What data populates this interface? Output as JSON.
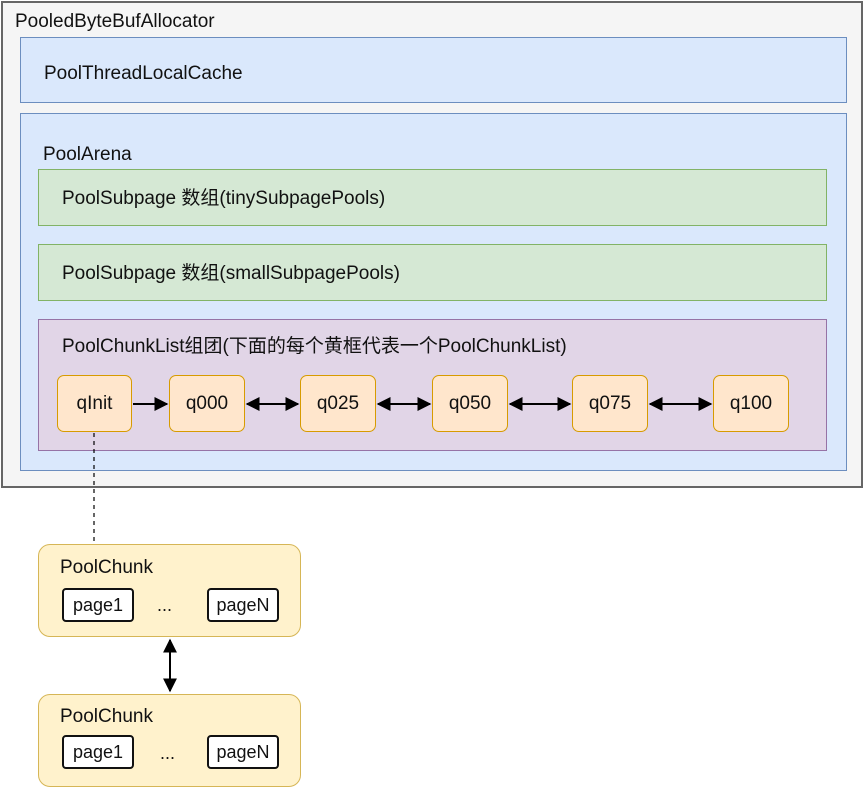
{
  "allocator": {
    "label": "PooledByteBufAllocator"
  },
  "thread_cache": {
    "label": "PoolThreadLocalCache"
  },
  "arena": {
    "label": "PoolArena",
    "tiny_pools": {
      "label": "PoolSubpage 数组(tinySubpagePools)"
    },
    "small_pools": {
      "label": "PoolSubpage 数组(smallSubpagePools)"
    },
    "chunk_lists": {
      "label": "PoolChunkList组团(下面的每个黄框代表一个PoolChunkList)",
      "items": [
        "qInit",
        "q000",
        "q025",
        "q050",
        "q075",
        "q100"
      ]
    }
  },
  "chunks": [
    {
      "label": "PoolChunk",
      "first_page": "page1",
      "ellipsis": "...",
      "last_page": "pageN"
    },
    {
      "label": "PoolChunk",
      "first_page": "page1",
      "ellipsis": "...",
      "last_page": "pageN"
    }
  ],
  "colors": {
    "thread_cache_fill": "#dae8fc",
    "subpage_fill": "#d5e8d4",
    "chunk_list_group_fill": "#e1d5e7",
    "chunk_list_fill": "#ffe6cc",
    "chunk_fill": "#fff2cc"
  }
}
